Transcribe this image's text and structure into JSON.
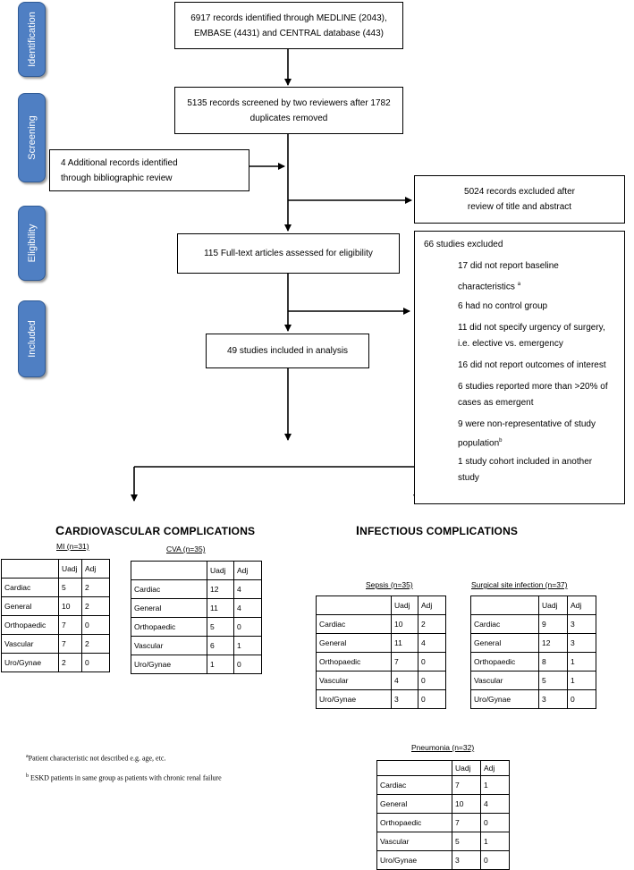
{
  "stages": [
    "Identification",
    "Screening",
    "Eligibility",
    "Included"
  ],
  "boxes": {
    "identified": [
      "6917 records identified through MEDLINE (2043),",
      "EMBASE (4431) and CENTRAL database (443)"
    ],
    "screened": [
      "5135 records screened by two reviewers after 1782",
      "duplicates removed"
    ],
    "additional": [
      "4 Additional records identified",
      "through bibliographic review"
    ],
    "excluded_title": [
      "5024 records excluded after",
      "review of title and abstract"
    ],
    "fulltext": "115 Full-text articles assessed for eligibility",
    "included": "49 studies included in analysis"
  },
  "exclusions": {
    "header": "66 studies excluded",
    "items": [
      "17 did not report baseline",
      "characteristics",
      "6 had no control group",
      "11 did not specify urgency of surgery,",
      "i.e. elective vs. emergency",
      "16 did not report outcomes of interest",
      "6 studies reported more than >20% of",
      "cases as emergent",
      "9 were non-representative of study",
      "population",
      "1 study cohort included in another",
      "study"
    ],
    "marks": {
      "characteristics": "a",
      "population": "b"
    }
  },
  "sections": {
    "cardio": {
      "cap": "C",
      "rest": "ARDIOVASCULAR COMPLICATIONS"
    },
    "infect": {
      "cap": "I",
      "rest": "NFECTIOUS COMPLICATIONS"
    }
  },
  "tables": [
    {
      "title": "MI (n=31)",
      "headers": [
        "",
        "Uadj",
        "Adj"
      ],
      "rows": [
        [
          "Cardiac",
          "5",
          "2"
        ],
        [
          "General",
          "10",
          "2"
        ],
        [
          "Orthopaedic",
          "7",
          "0"
        ],
        [
          "Vascular",
          "7",
          "2"
        ],
        [
          "Uro/Gynae",
          "2",
          "0"
        ]
      ]
    },
    {
      "title": "CVA (n=35)",
      "headers": [
        "",
        "Uadj",
        "Adj"
      ],
      "rows": [
        [
          "Cardiac",
          "12",
          "4"
        ],
        [
          "General",
          "11",
          "4"
        ],
        [
          "Orthopaedic",
          "5",
          "0"
        ],
        [
          "Vascular",
          "6",
          "1"
        ],
        [
          "Uro/Gynae",
          "1",
          "0"
        ]
      ]
    },
    {
      "title": "Sepsis (n=35)",
      "headers": [
        "",
        "Uadj",
        "Adj"
      ],
      "rows": [
        [
          "Cardiac",
          "10",
          "2"
        ],
        [
          "General",
          "11",
          "4"
        ],
        [
          "Orthopaedic",
          "7",
          "0"
        ],
        [
          "Vascular",
          "4",
          "0"
        ],
        [
          "Uro/Gynae",
          "3",
          "0"
        ]
      ]
    },
    {
      "title": "Surgical site infection (n=37)",
      "headers": [
        "",
        "Uadj",
        "Adj"
      ],
      "rows": [
        [
          "Cardiac",
          "9",
          "3"
        ],
        [
          "General",
          "12",
          "3"
        ],
        [
          "Orthopaedic",
          "8",
          "1"
        ],
        [
          "Vascular",
          "5",
          "1"
        ],
        [
          "Uro/Gynae",
          "3",
          "0"
        ]
      ]
    },
    {
      "title": "Pneumonia (n=32)",
      "headers": [
        "",
        "Uadj",
        "Adj"
      ],
      "rows": [
        [
          "Cardiac",
          "7",
          "1"
        ],
        [
          "General",
          "10",
          "4"
        ],
        [
          "Orthopaedic",
          "7",
          "0"
        ],
        [
          "Vascular",
          "5",
          "1"
        ],
        [
          "Uro/Gynae",
          "3",
          "0"
        ]
      ]
    }
  ],
  "footnotes": [
    {
      "mark": "a",
      "text": "Patient characteristic not described e.g. age, etc."
    },
    {
      "mark": "b",
      "text": " ESKD patients in same group as patients with chronic renal failure"
    }
  ]
}
